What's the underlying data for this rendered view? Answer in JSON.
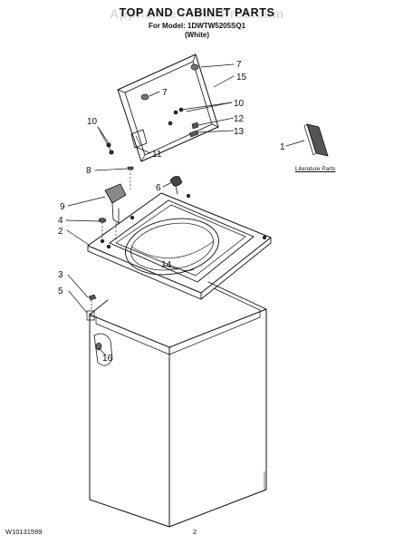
{
  "watermark": "Appliance Parts Pros.com",
  "title": "TOP AND CABINET PARTS",
  "subtitle_model": "For Model: 1DWTW5205SQ1",
  "subtitle_color": "(White)",
  "literature_label": "Literature Parts",
  "footer_doc": "W10131599",
  "footer_page": "2",
  "callouts": {
    "c7a": "7",
    "c15": "15",
    "c7b": "7",
    "c10a": "10",
    "c10b": "10",
    "c12": "12",
    "c13": "13",
    "c11": "11",
    "c1": "1",
    "c8": "8",
    "c6": "6",
    "c9": "9",
    "c4": "4",
    "c2": "2",
    "c14": "14",
    "c3": "3",
    "c5": "5",
    "c16": "16"
  }
}
